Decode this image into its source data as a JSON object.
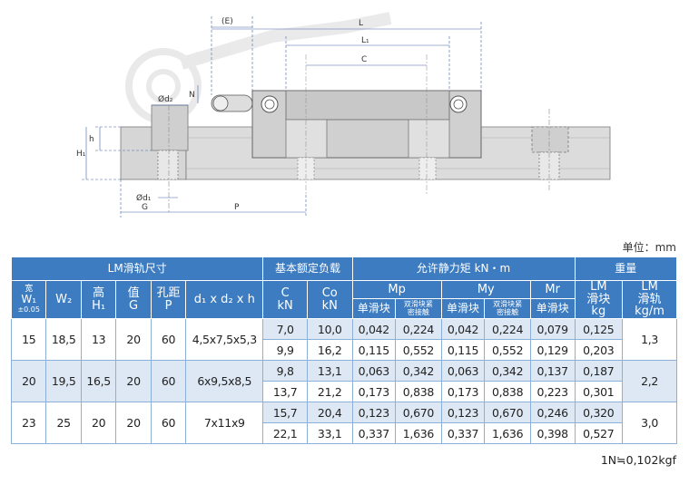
{
  "drawing": {
    "labels": {
      "E": "(E)",
      "L": "L",
      "L1": "L₁",
      "C": "C",
      "d2": "Ød₂",
      "d1": "Ød₁",
      "N": "N",
      "h": "h",
      "H1": "H₁",
      "G": "G",
      "P": "P"
    }
  },
  "unit_note": "单位：mm",
  "table": {
    "group_headers": {
      "rail_dims": "LM滑轨尺寸",
      "load": "基本额定负载",
      "moment": "允许静力矩 kN・m",
      "weight": "重量"
    },
    "col_headers": {
      "w1_line1": "宽",
      "w1_line2": "W₁",
      "w1_line3": "±0.05",
      "w2": "W₂",
      "h1_line1": "高",
      "h1_line2": "H₁",
      "g_line1": "值",
      "g_line2": "G",
      "p_line1": "孔距",
      "p_line2": "P",
      "d": "d₁ x d₂ x h",
      "c_line1": "C",
      "c_line2": "kN",
      "co_line1": "Co",
      "co_line2": "kN",
      "mp": "Mp",
      "my": "My",
      "mr": "Mr",
      "block_line1": "LM",
      "block_line2": "滑块",
      "block_line3": "kg",
      "rail_line1": "LM",
      "rail_line2": "滑轨",
      "rail_line3": "kg/m"
    },
    "sub_headers": {
      "single_1": "单滑块",
      "double_1a": "双滑块紧",
      "double_1b": "密接触",
      "single_2": "单滑块",
      "double_2a": "双滑块紧",
      "double_2b": "密接触",
      "single_3": "单滑块"
    },
    "groups": [
      {
        "w1": "15",
        "w2": "18,5",
        "h1": "13",
        "g": "20",
        "p": "60",
        "d": "4,5x7,5x5,3",
        "rail_kg": "1,3",
        "rows": [
          {
            "c": "7,0",
            "co": "10,0",
            "mp_s": "0,042",
            "mp_d": "0,224",
            "my_s": "0,042",
            "my_d": "0,224",
            "mr": "0,079",
            "block": "0,125"
          },
          {
            "c": "9,9",
            "co": "16,2",
            "mp_s": "0,115",
            "mp_d": "0,552",
            "my_s": "0,115",
            "my_d": "0,552",
            "mr": "0,129",
            "block": "0,203"
          }
        ]
      },
      {
        "w1": "20",
        "w2": "19,5",
        "h1": "16,5",
        "g": "20",
        "p": "60",
        "d": "6x9,5x8,5",
        "rail_kg": "2,2",
        "rows": [
          {
            "c": "9,8",
            "co": "13,1",
            "mp_s": "0,063",
            "mp_d": "0,342",
            "my_s": "0,063",
            "my_d": "0,342",
            "mr": "0,137",
            "block": "0,187"
          },
          {
            "c": "13,7",
            "co": "21,2",
            "mp_s": "0,173",
            "mp_d": "0,838",
            "my_s": "0,173",
            "my_d": "0,838",
            "mr": "0,223",
            "block": "0,301"
          }
        ]
      },
      {
        "w1": "23",
        "w2": "25",
        "h1": "20",
        "g": "20",
        "p": "60",
        "d": "7x11x9",
        "rail_kg": "3,0",
        "rows": [
          {
            "c": "15,7",
            "co": "20,4",
            "mp_s": "0,123",
            "mp_d": "0,670",
            "my_s": "0,123",
            "my_d": "0,670",
            "mr": "0,246",
            "block": "0,320"
          },
          {
            "c": "22,1",
            "co": "33,1",
            "mp_s": "0,337",
            "mp_d": "1,636",
            "my_s": "0,337",
            "my_d": "1,636",
            "mr": "0,398",
            "block": "0,527"
          }
        ]
      }
    ]
  },
  "foot_note": "1N≒0,102kgf",
  "colors": {
    "header_blue": "#3d7cc0",
    "cell_shade": "#dde8f4",
    "drawing_fill": "#d6d6d6"
  }
}
